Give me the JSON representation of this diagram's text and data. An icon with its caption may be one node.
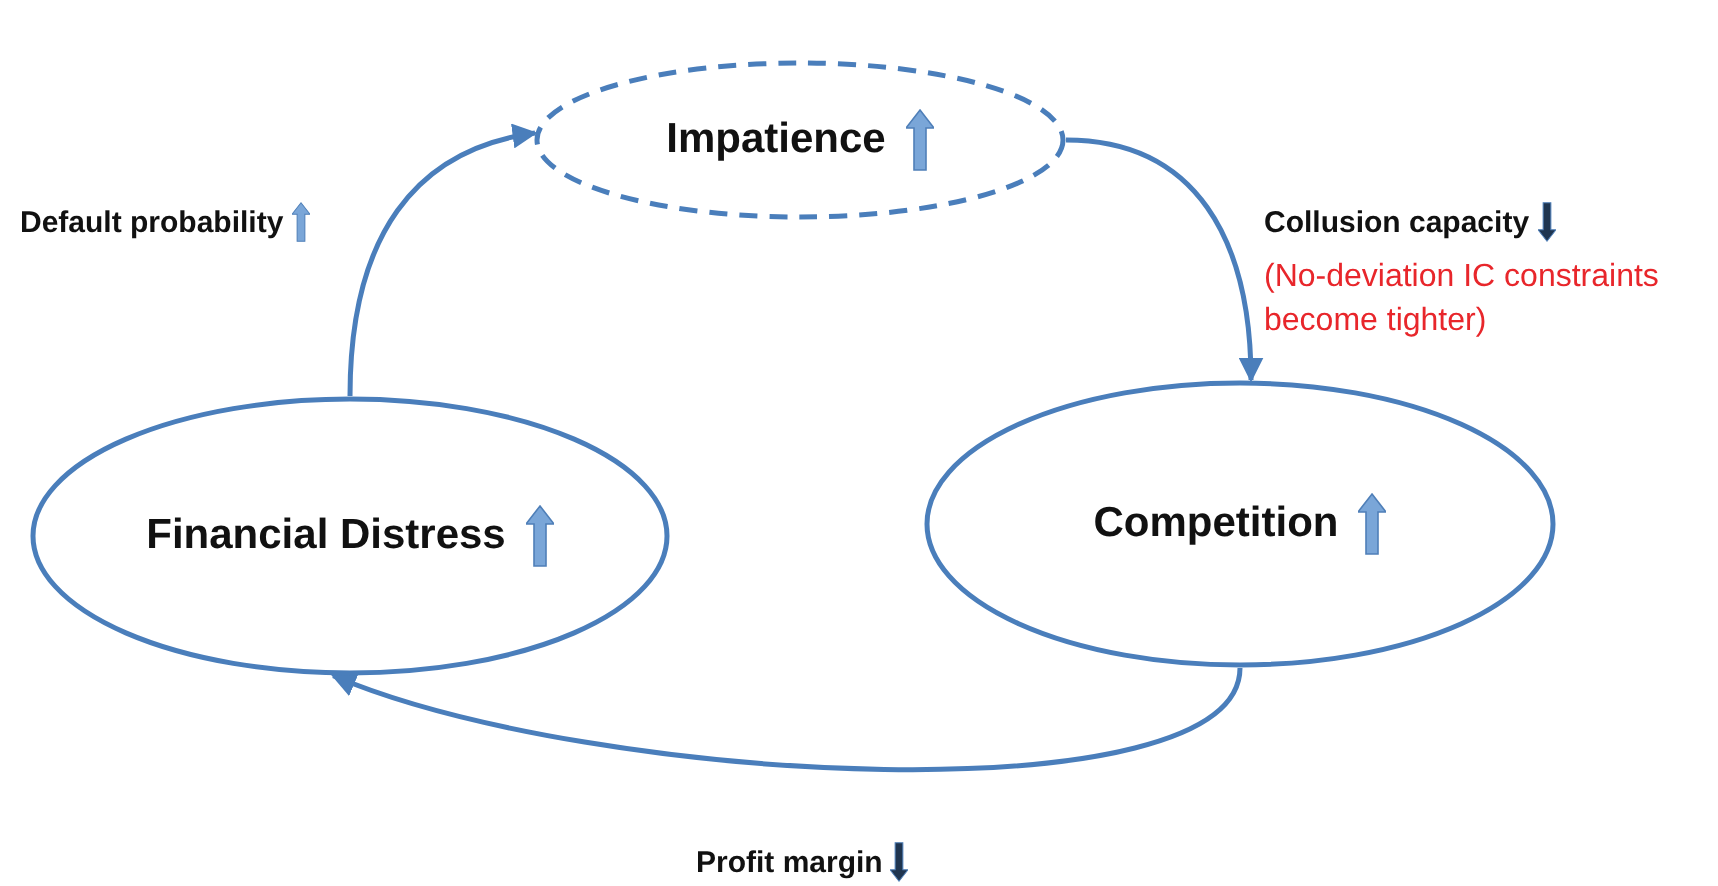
{
  "diagram": {
    "nodes": [
      {
        "text": [
          "Impatience"
        ]
      },
      {
        "text": [
          "Financial Distress"
        ]
      },
      {
        "text": [
          "Competition"
        ]
      }
    ],
    "edges": [
      {
        "from": 1,
        "to": 0,
        "arrow": "to",
        "label": "Default probability"
      },
      {
        "from": 0,
        "to": 2,
        "arrow": "to",
        "label": "Collusion capacity"
      },
      {
        "from": 2,
        "to": 1,
        "arrow": "to",
        "label": "Profit margin"
      }
    ],
    "labels": [
      "(No-deviation IC constraints become tighter)"
    ]
  }
}
